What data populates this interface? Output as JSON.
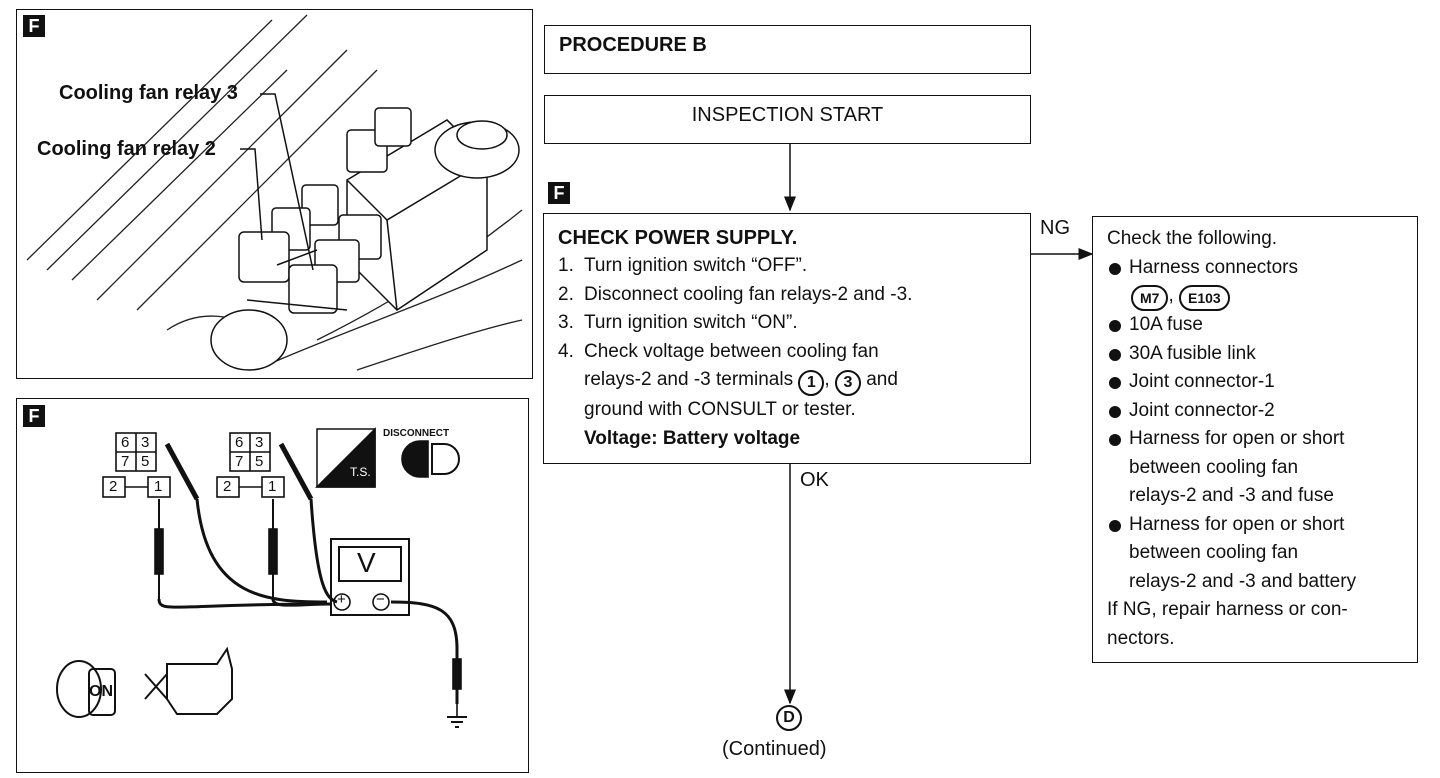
{
  "photo": {
    "badge": "F",
    "label_relay3": "Cooling fan relay 3",
    "label_relay2": "Cooling fan relay 2"
  },
  "wiring": {
    "badge": "F",
    "connector_pins": [
      "6",
      "3",
      "7",
      "5",
      "2",
      "1"
    ],
    "meter_label": "V",
    "ts_label": "T.S.",
    "disconnect_label": "DISCONNECT",
    "ignition_label": "ON",
    "plus_symbol": "+",
    "minus_symbol": "−"
  },
  "flow": {
    "procedure_title": "PROCEDURE B",
    "start_label": "INSPECTION START",
    "check_badge": "F",
    "check_title": "CHECK POWER SUPPLY.",
    "steps": [
      "Turn ignition switch “OFF”.",
      "Disconnect cooling fan relays-2 and -3.",
      "Turn ignition switch “ON”.",
      "Check voltage between cooling fan"
    ],
    "step4_cont_a": "relays-2 and -3 terminals",
    "term1": "1",
    "term_sep": ",",
    "term3": "3",
    "step4_and": "and",
    "step4_cont_b": "ground with CONSULT or tester.",
    "voltage_spec": "Voltage: Battery voltage",
    "ng_label": "NG",
    "ok_label": "OK",
    "next_marker": "D",
    "continued": "(Continued)"
  },
  "ng_box": {
    "heading": "Check the following.",
    "harness_connectors": "Harness connectors",
    "connector_a": "M7",
    "connector_sep": ",",
    "connector_b": "E103",
    "items": [
      "10A fuse",
      "30A fusible link",
      "Joint connector-1",
      "Joint connector-2"
    ],
    "open_short_fuse": [
      "Harness for open or short",
      "between cooling fan",
      "relays-2 and -3 and fuse"
    ],
    "open_short_battery": [
      "Harness for open or short",
      "between cooling fan",
      "relays-2 and -3 and battery"
    ],
    "repair": [
      "If NG, repair harness or con-",
      "nectors."
    ]
  }
}
